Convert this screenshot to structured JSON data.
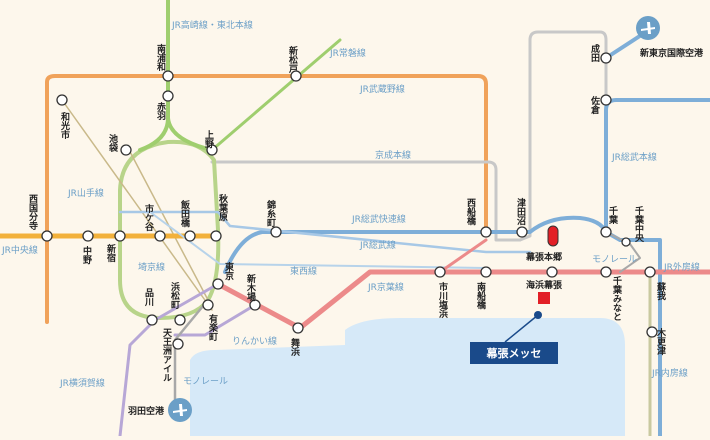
{
  "colors": {
    "background": "#fdf7ec",
    "sea": "#d6e9f8",
    "label_text": "#6b9fc7",
    "jr_chuo": "#f2b13b",
    "jr_musashino": "#f0a25a",
    "jr_keiyo": "#ec8a8a",
    "jr_sobu_rapid": "#7eaed8",
    "jr_yamanote": "#b8d48a",
    "jr_takasaki_tohoku": "#9fce6e",
    "keisei": "#c8c8c8",
    "accent_red": "#e21f26",
    "marker_blue": "#1a4a8a"
  },
  "line_labels": {
    "takasaki_tohoku": "JR高崎線・東北本線",
    "joban": "JR常磐線",
    "musashino": "JR武蔵野線",
    "keisei": "京成本線",
    "yamanote": "JR山手線",
    "sobu_rapid": "JR総武快速線",
    "sobu": "JR総武線",
    "chuo": "JR中央線",
    "saikyo": "埼京線",
    "tozai": "東西線",
    "keiyo": "JR京葉線",
    "rinkai": "りんかい線",
    "yokosuka": "JR横須賀線",
    "monorail_haneda": "モノレール",
    "monorail_chiba": "モノレール",
    "sobu_main": "JR総武本線",
    "sotobo": "JR外房線",
    "uchibo": "JR内房線",
    "narita_airport": "新東京国際空港",
    "haneda_airport": "羽田空港"
  },
  "stations": {
    "minami_urawa": "南浦和",
    "akabane": "赤羽",
    "shin_matsudo": "新松戸",
    "wako": "和光市",
    "ikebukuro": "池袋",
    "ueno": "上野",
    "nishi_kokubunji": "西国分寺",
    "nakano": "中野",
    "shinjuku": "新宿",
    "ichigaya": "市ケ谷",
    "iidabashi": "飯田橋",
    "akihabara": "秋葉原",
    "kinshicho": "錦糸町",
    "tokyo": "東京",
    "shin_kiba": "新木場",
    "shinagawa": "品川",
    "hamamatsucho": "浜松町",
    "yurakucho": "有楽町",
    "tennozu": "天王洲アイル",
    "maihama": "舞浜",
    "nishi_funabashi": "西船橋",
    "minami_funabashi": "南船橋",
    "ichikawa_shiohama": "市川塩浜",
    "tsudanuma": "津田沼",
    "makuhari_hongo": "幕張本郷",
    "kaihin_makuhari": "海浜幕張",
    "chiba": "千葉",
    "chiba_chuo": "千葉中央",
    "chiba_minato": "千葉みなと",
    "soga": "蘇我",
    "kisarazu": "木更津",
    "narita": "成田",
    "sakura": "佐倉"
  },
  "venue": {
    "name": "幕張メッセ"
  },
  "icons": {
    "airport": "airplane-icon",
    "venue": "venue-marker-icon"
  }
}
